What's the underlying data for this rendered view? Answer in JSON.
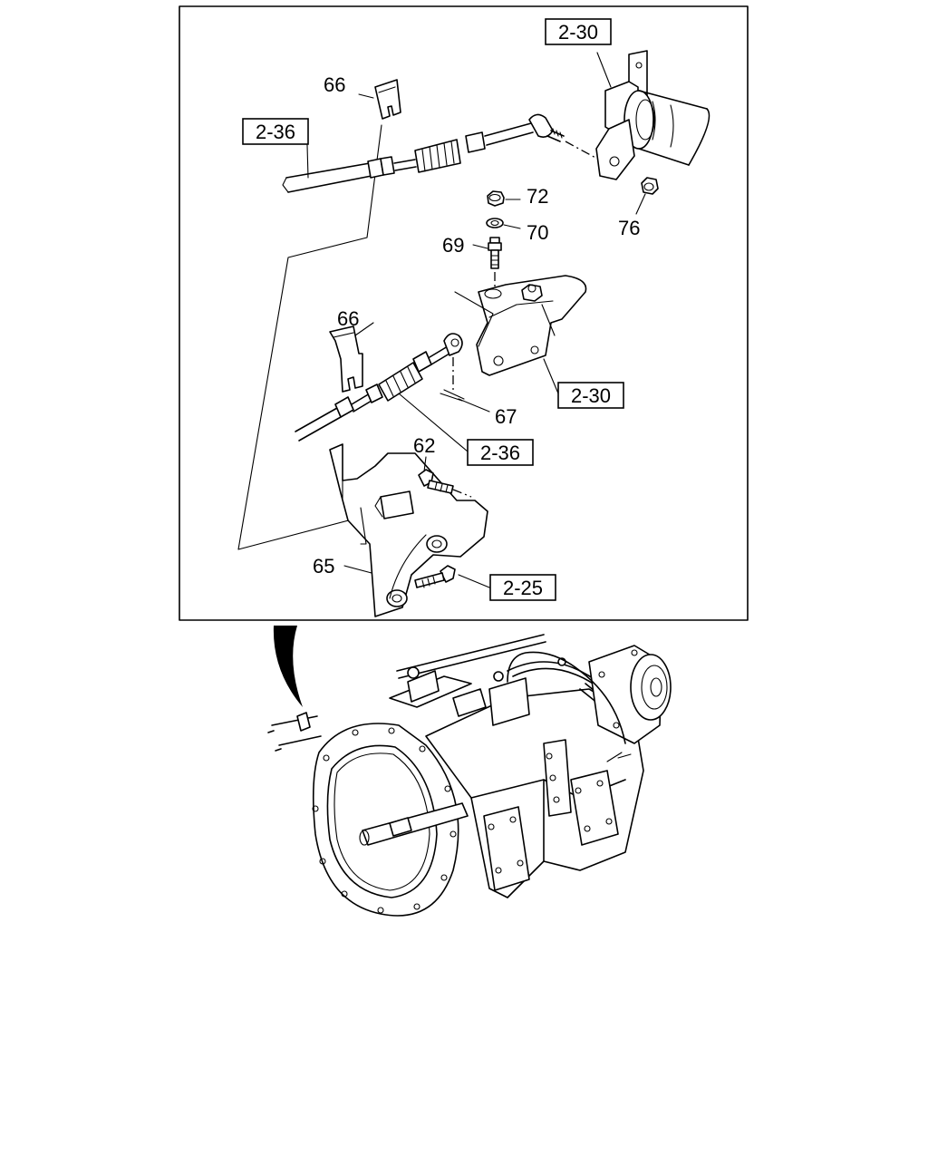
{
  "diagram": {
    "callouts": [
      {
        "id": "c66a",
        "text": "66"
      },
      {
        "id": "c66b",
        "text": "66"
      },
      {
        "id": "c72",
        "text": "72"
      },
      {
        "id": "c70",
        "text": "70"
      },
      {
        "id": "c69",
        "text": "69"
      },
      {
        "id": "c76",
        "text": "76"
      },
      {
        "id": "c67",
        "text": "67"
      },
      {
        "id": "c62",
        "text": "62"
      },
      {
        "id": "c65",
        "text": "65"
      }
    ],
    "references": [
      {
        "id": "r230a",
        "text": "2-30"
      },
      {
        "id": "r236a",
        "text": "2-36"
      },
      {
        "id": "r230b",
        "text": "2-30"
      },
      {
        "id": "r236b",
        "text": "2-36"
      },
      {
        "id": "r225",
        "text": "2-25"
      }
    ]
  }
}
